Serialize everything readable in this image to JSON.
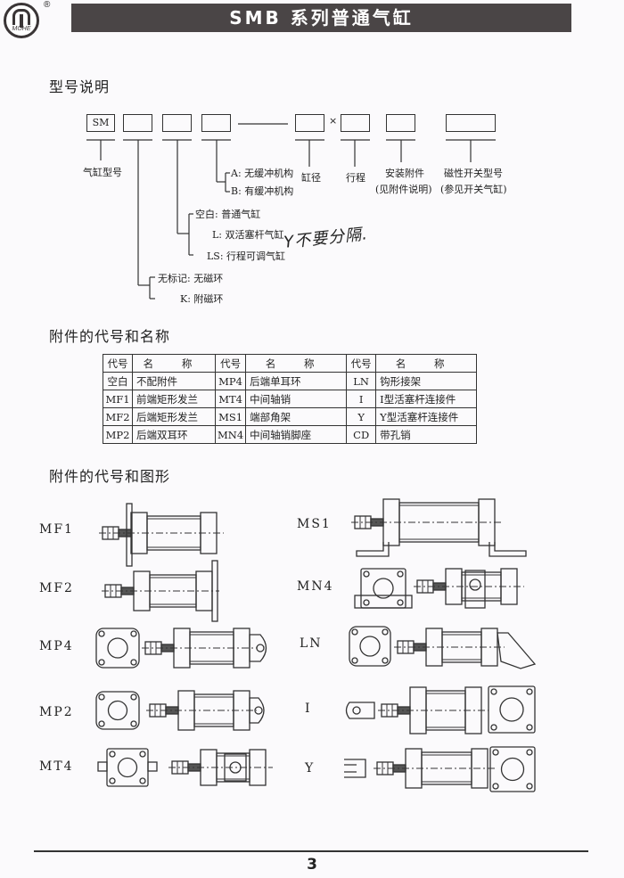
{
  "brand": {
    "logo_text": "MOHE",
    "registered_mark": "®"
  },
  "header": {
    "title": "SMB 系列普通气缸"
  },
  "model_section": {
    "title": "型号说明",
    "boxes": [
      "SM",
      "",
      "",
      "",
      "",
      "",
      "",
      ""
    ],
    "times_sign": "×",
    "labels": {
      "cylinder_model": "气缸型号",
      "bore": "缸径",
      "stroke": "行程",
      "mount": "安装附件",
      "mount_note": "(见附件说明)",
      "switch": "磁性开关型号",
      "switch_note": "(参见开关气缸)"
    },
    "cushion_options": [
      "A: 无缓冲机构",
      "B: 有缓冲机构"
    ],
    "type_options": [
      "空白: 普通气缸",
      "L: 双活塞杆气缸",
      "LS: 行程可调气缸"
    ],
    "magnet_options": [
      "无标记: 无磁环",
      "K: 附磁环"
    ],
    "handwritten_note": "Y不要分隔."
  },
  "accessory_table": {
    "title": "附件的代号和名称",
    "headers": [
      "代号",
      "名 称",
      "代号",
      "名 称",
      "代号",
      "名 称"
    ],
    "rows": [
      [
        "空白",
        "不配附件",
        "MP4",
        "后端单耳环",
        "LN",
        "钩形接架"
      ],
      [
        "MF1",
        "前端矩形发兰",
        "MT4",
        "中间轴销",
        "I",
        "I型活塞杆连接件"
      ],
      [
        "MF2",
        "后端矩形发兰",
        "MS1",
        "端部角架",
        "Y",
        "Y型活塞杆连接件"
      ],
      [
        "MP2",
        "后端双耳环",
        "MN4",
        "中间轴销脚座",
        "CD",
        "带孔销"
      ]
    ]
  },
  "figures": {
    "title": "附件的代号和图形",
    "left": [
      "MF1",
      "MF2",
      "MP4",
      "MP2",
      "MT4"
    ],
    "right": [
      "MS1",
      "MN4",
      "LN",
      "I",
      "Y"
    ]
  },
  "footer": {
    "page_number": "3"
  }
}
